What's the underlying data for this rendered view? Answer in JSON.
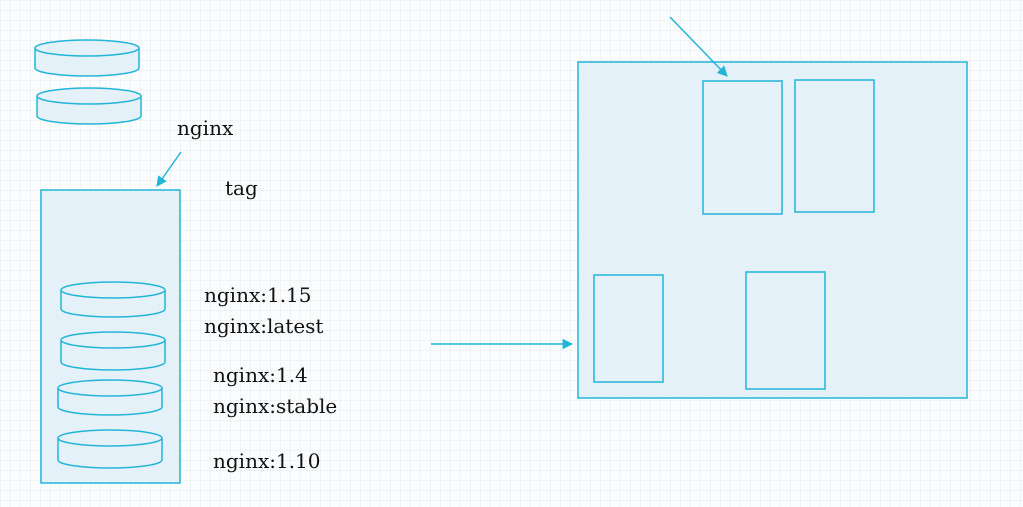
{
  "labels": {
    "repo": "nginx",
    "tag": "tag",
    "tags": [
      "nginx:1.15",
      "nginx:latest",
      "nginx:1.4",
      "nginx:stable",
      "nginx:1.10"
    ]
  },
  "colors": {
    "stroke": "#22b5d8",
    "fill": "#e5f1f8",
    "arrow": "#22b5d8",
    "text": "#111111"
  }
}
